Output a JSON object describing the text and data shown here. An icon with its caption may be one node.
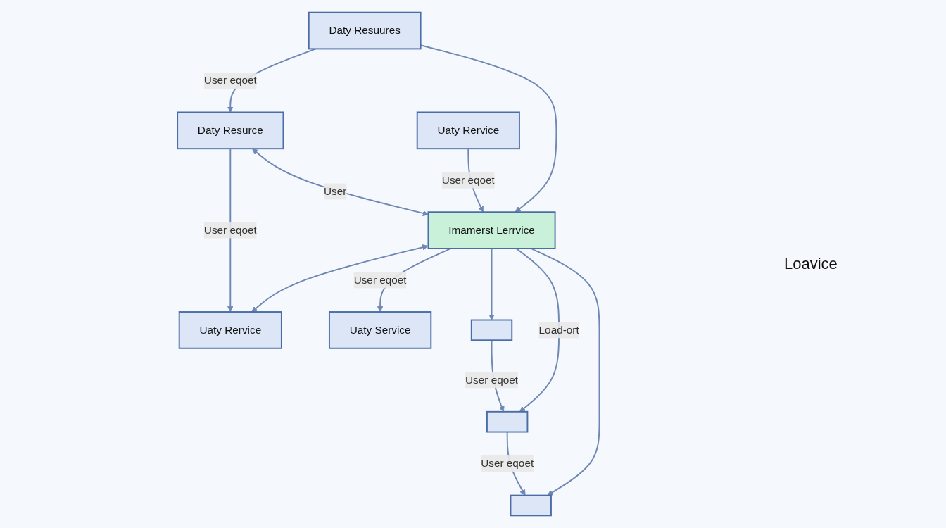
{
  "diagram": {
    "nodes": [
      {
        "text": [
          "Daty Resuures"
        ]
      },
      {
        "text": [
          "Daty Resurce"
        ]
      },
      {
        "text": [
          "Uaty Rervice"
        ]
      },
      {
        "text": [
          "Uaty Rervice"
        ]
      },
      {
        "text": [
          "Imamerst Lerrvice"
        ]
      },
      {
        "text": [
          "Uaty Service"
        ]
      },
      {
        "text": [],
        "shape": "box"
      },
      {
        "text": [],
        "shape": "box"
      },
      {
        "text": [],
        "shape": "box"
      }
    ],
    "edges": [
      {
        "from": 0,
        "to": 1,
        "arrow": "to",
        "label": "User eqoet"
      },
      {
        "from": 1,
        "to": 2,
        "arrow": "to",
        "label": "User eqoet"
      },
      {
        "from": 0,
        "to": 4,
        "arrow": "to"
      },
      {
        "from": 1,
        "to": 4,
        "arrow": "both",
        "label": "User"
      },
      {
        "from": 4,
        "to": 2,
        "arrow": "both"
      },
      {
        "from": 3,
        "to": 4,
        "arrow": "to",
        "label": "User eqoet"
      },
      {
        "from": 4,
        "to": 5,
        "arrow": "to",
        "label": "User eqoet"
      },
      {
        "from": 4,
        "to": 6,
        "arrow": "to"
      },
      {
        "from": 4,
        "to": 7,
        "arrow": "to",
        "label": "Load-ort"
      },
      {
        "from": 4,
        "to": 8,
        "arrow": "to"
      },
      {
        "from": 6,
        "to": 7,
        "arrow": "to",
        "label": "User eqoet"
      },
      {
        "from": 7,
        "to": 8,
        "arrow": "to",
        "label": "User eqoet"
      }
    ],
    "labels": [
      "Loavice"
    ]
  }
}
